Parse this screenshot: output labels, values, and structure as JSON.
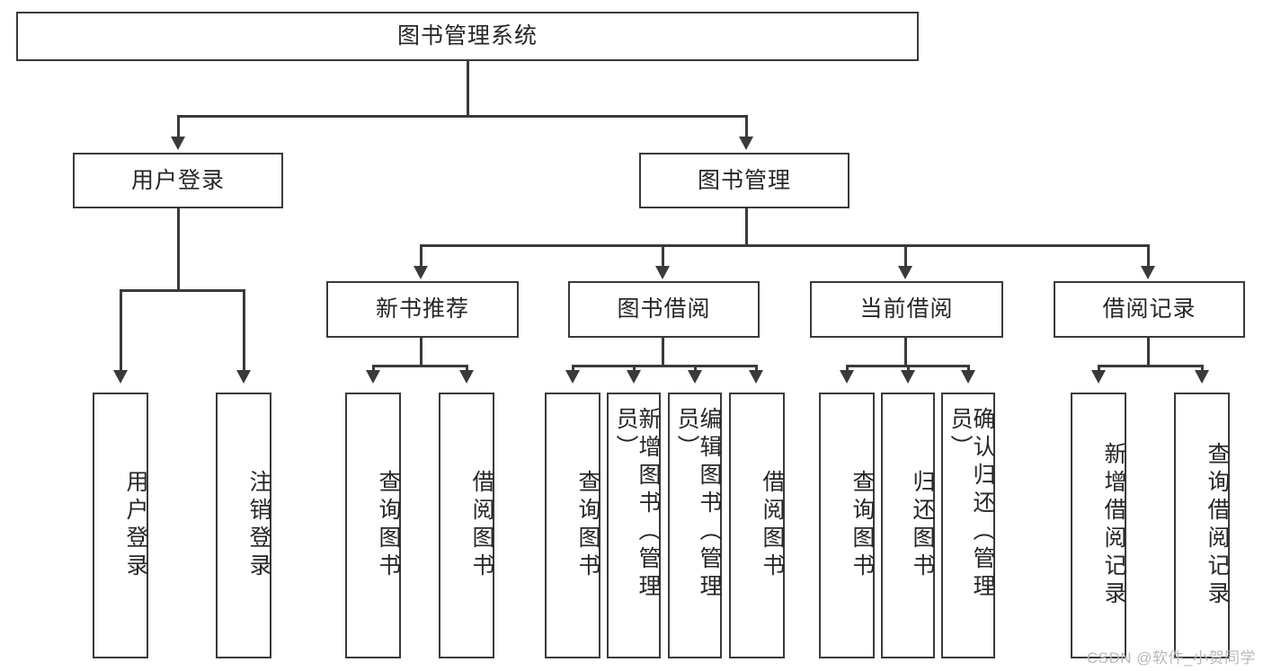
{
  "diagram": {
    "type": "tree-hierarchy",
    "title": "图书管理系统",
    "orientation": "top-down",
    "colors": {
      "stroke": "#3a3a3a",
      "box_fill": "#ffffff",
      "text": "#262626",
      "background": "#ffffff",
      "watermark": "#b9b9b9"
    },
    "levels": 4
  },
  "root": {
    "label": "图书管理系统"
  },
  "level2": [
    {
      "label": "用户登录"
    },
    {
      "label": "图书管理"
    }
  ],
  "level3": [
    {
      "label": "新书推荐"
    },
    {
      "label": "图书借阅"
    },
    {
      "label": "当前借阅"
    },
    {
      "label": "借阅记录"
    }
  ],
  "leaves": {
    "user_login": [
      {
        "label": "用户登录"
      },
      {
        "label": "注销登录"
      }
    ],
    "new_book_recommend": [
      {
        "label": "查询图书"
      },
      {
        "label": "借阅图书"
      }
    ],
    "book_borrow": [
      {
        "label": "查询图书"
      },
      {
        "label": "新增图书（管理员）"
      },
      {
        "label": "编辑图书（管理员）"
      },
      {
        "label": "借阅图书"
      }
    ],
    "current_borrow": [
      {
        "label": "查询图书"
      },
      {
        "label": "归还图书"
      },
      {
        "label": "确认归还（管理员）"
      }
    ],
    "borrow_record": [
      {
        "label": "新增借阅记录"
      },
      {
        "label": "查询借阅记录"
      }
    ]
  },
  "watermark": {
    "text": "CSDN @软件_小贺同学"
  }
}
